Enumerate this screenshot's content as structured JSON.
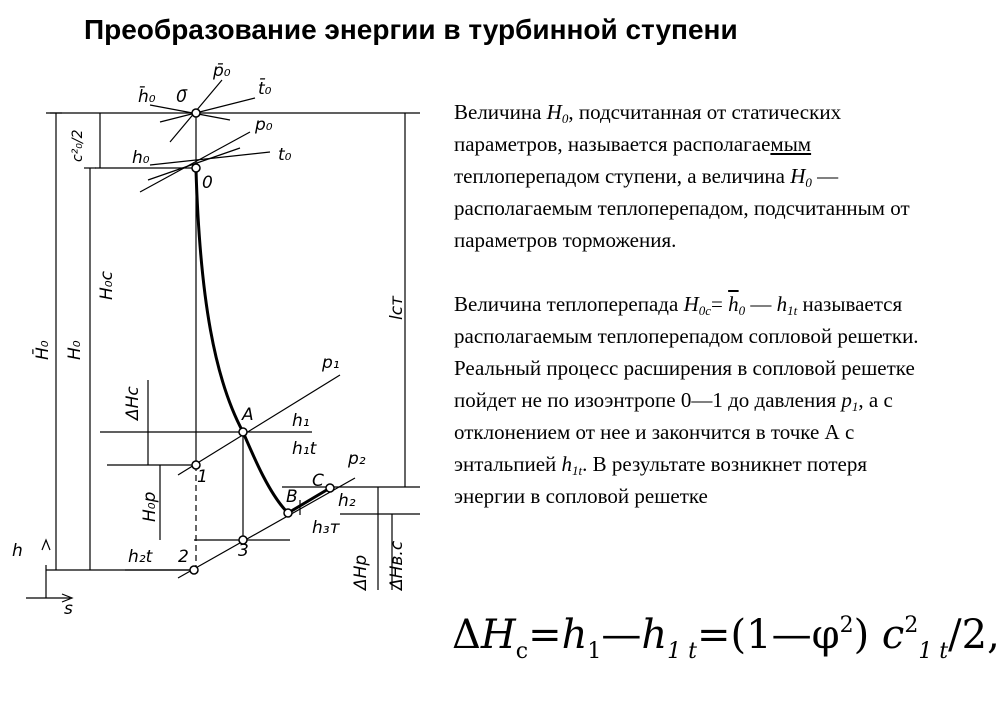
{
  "title": "Преобразование энергии в турбинной ступени",
  "paragraph1": {
    "a": "Величина ",
    "H": "H",
    "Hsub": "0",
    "b": ", подсчитанная от статических параметров, называется располагае",
    "c": "мым",
    "d": " теплоперепадом ступени, а величина ",
    "H2": "H",
    "H2sub": "0",
    "e": " — располагаемым теплоперепадом, подсчитанным от параметров торможения."
  },
  "paragraph2": {
    "a": "Величина теплоперепада ",
    "H": "H",
    "Hsub": "0c",
    "eq": "= ",
    "h0": "h",
    "h0sub": "0",
    "dash": " — ",
    "h1": "h",
    "h1sub": "1t",
    "b": " называется располагаемым теплоперепадом сопловой решетки. Реальный процесс расширения в сопловой решетке пойдет не по изоэнтропе 0—1 до давления ",
    "p": "p",
    "psub": "1",
    "c": ", а с отклонением от нее и закончится в точке А с энтальпией ",
    "h": "h",
    "hsub": "1t",
    "d": ". В результате возникнет потеря энергии в сопловой решетке"
  },
  "formula": {
    "delta": "Δ",
    "H": "H",
    "Hsub": "c",
    "eq1": "=",
    "h1": "h",
    "h1sub": "1",
    "minus1": "—",
    "h1t": "h",
    "h1tsub": "1 t",
    "eq2": "=",
    "paren": "(1—φ",
    "sq": "2",
    "close": ")",
    "c": "c",
    "csup": "2",
    "csub": "1 t",
    "tail": "/2,"
  },
  "diagram_labels": {
    "h0bar": "h̄₀",
    "zero_bar": "0̄",
    "p0bar": "p̄₀",
    "t0bar": "t̄₀",
    "p0": "p₀",
    "h0": "h₀",
    "t0": "t₀",
    "zero": "0",
    "c2half": "c²₀/2",
    "H0bar": "H̄₀",
    "H0": "H₀",
    "H0c": "H₀c",
    "dHc": "ΔHc",
    "H0p": "H₀p",
    "dHp": "ΔHp",
    "dHvc": "ΔHв.c",
    "lst": "lст",
    "p1": "p₁",
    "A": "A",
    "h1": "h₁",
    "h1t": "h₁t",
    "one": "1",
    "p2": "p₂",
    "C": "C",
    "B": "B",
    "h2": "h₂",
    "h3t": "h₃т",
    "h2t": "h₂t",
    "two": "2",
    "three": "3",
    "h_axis": "h",
    "s_axis": "s"
  }
}
